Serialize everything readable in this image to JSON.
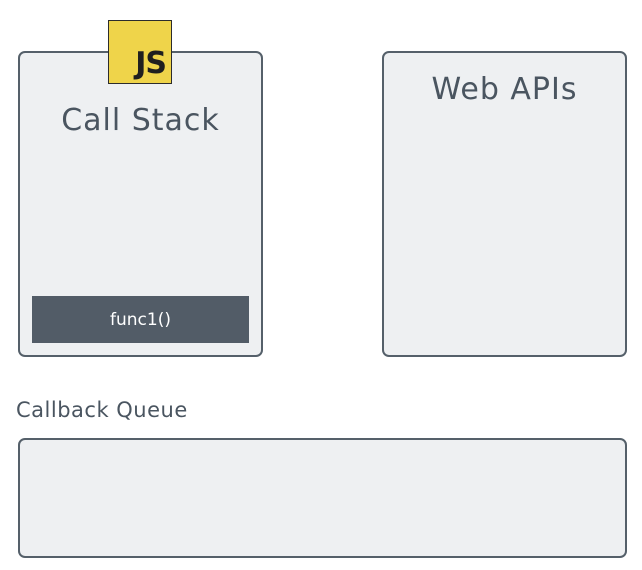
{
  "call_stack": {
    "title": "Call Stack",
    "frames": [
      "func1()"
    ]
  },
  "js_badge": {
    "label": "JS",
    "icon": "javascript-logo-icon",
    "color": "#efd44a"
  },
  "web_apis": {
    "title": "Web APIs"
  },
  "callback_queue": {
    "label": "Callback Queue"
  },
  "colors": {
    "panel_fill": "#eef0f2",
    "panel_border": "#55606a",
    "frame_fill": "#525c67",
    "text": "#4a5560"
  }
}
